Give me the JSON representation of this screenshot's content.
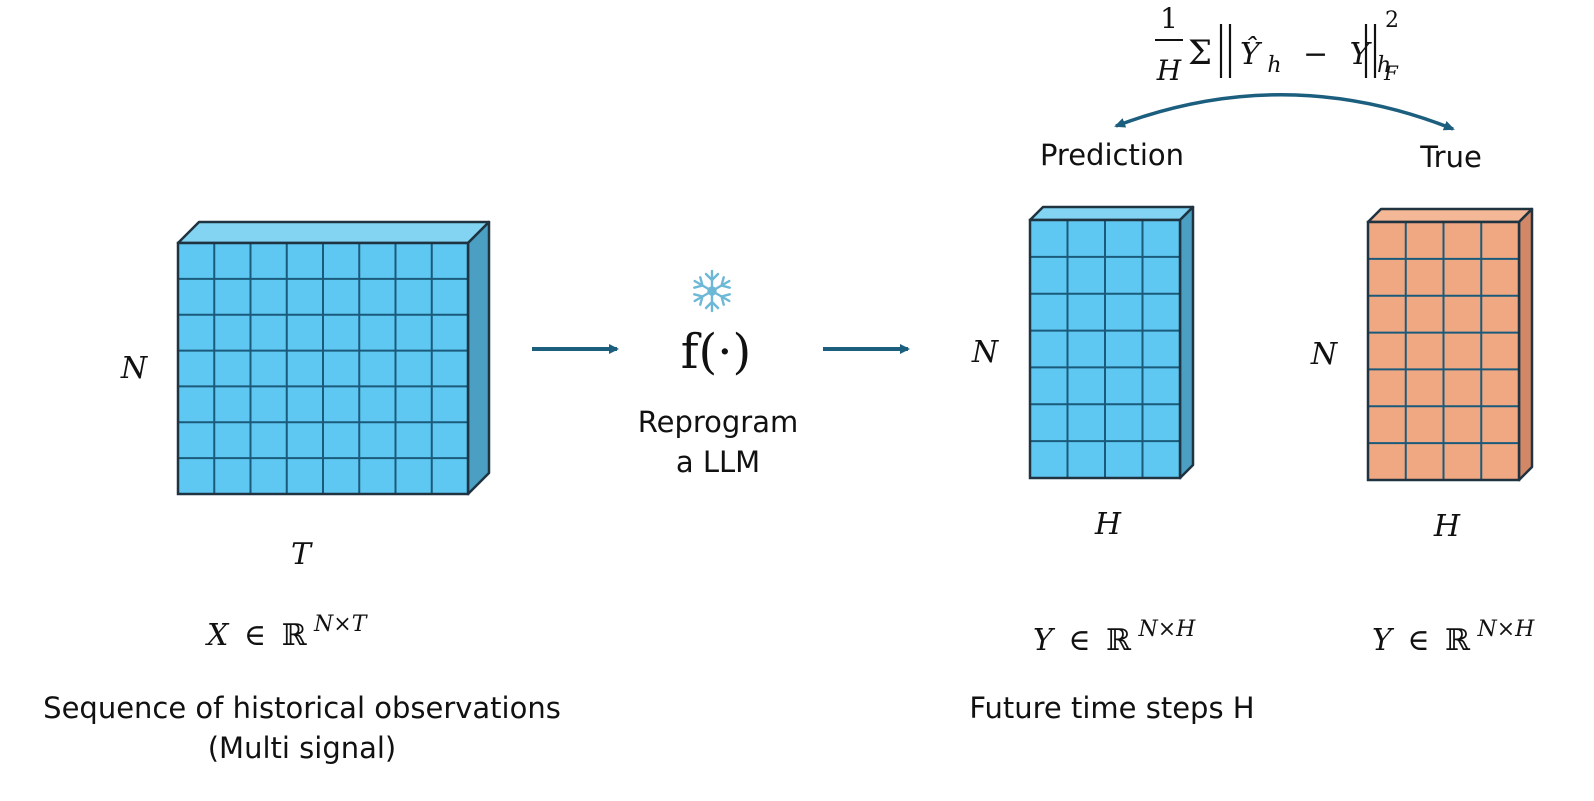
{
  "colors": {
    "blue_face": "#5fc8f2",
    "blue_top": "#82d4f2",
    "blue_side": "#4a9fc2",
    "orange_face": "#f0a882",
    "orange_top": "#f4b896",
    "orange_side": "#d28866",
    "grid_line": "#1a5a7a",
    "outline": "#1f3340",
    "arrow": "#1b5e7e",
    "snowflake": "#6cb8d6"
  },
  "input": {
    "n_label": "N",
    "t_label": "T",
    "formula": {
      "var": "X",
      "elem": "∈",
      "set": "ℝ",
      "sup": "N×T"
    },
    "caption_line1": "Sequence of historical observations",
    "caption_line2": "(Multi signal)"
  },
  "model": {
    "icon": "snowflake-icon",
    "function": "f(·)",
    "caption_line1": "Reprogram",
    "caption_line2": "a LLM"
  },
  "prediction": {
    "label": "Prediction",
    "n_label": "N",
    "h_label": "H",
    "formula": {
      "var": "Y",
      "elem": "∈",
      "set": "ℝ",
      "sup": "N×H"
    },
    "caption": "Future time steps H"
  },
  "truth": {
    "label": "True",
    "n_label": "N",
    "h_label": "H",
    "formula": {
      "var": "Y",
      "elem": "∈",
      "set": "ℝ",
      "sup": "N×H"
    }
  },
  "loss": {
    "numerator": "1",
    "denominator": "H",
    "sum": "Σ",
    "pred_var": "Ŷ",
    "true_var": "Y",
    "subscript": "h",
    "minus": "−",
    "norm_sub": "F",
    "exponent": "2"
  }
}
